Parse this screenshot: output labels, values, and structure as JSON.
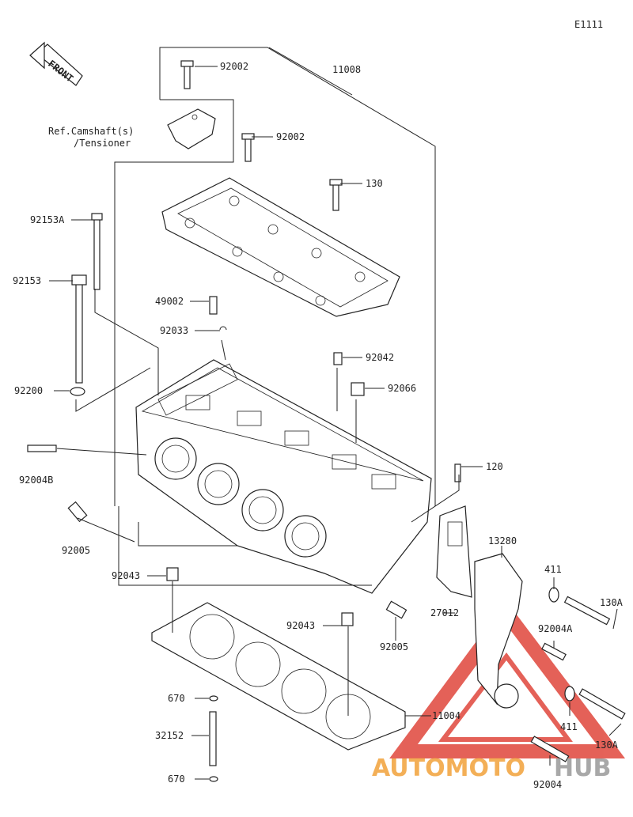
{
  "diagram_code": "E1111",
  "front_label": "FRONT",
  "ref_note": [
    "Ref.Camshaft(s)",
    "/Tensioner"
  ],
  "parts": {
    "p92002a": "92002",
    "p11008": "11008",
    "p92002b": "92002",
    "p130": "130",
    "p92153A": "92153A",
    "p92153": "92153",
    "p49002": "49002",
    "p92033": "92033",
    "p92042": "92042",
    "p92066": "92066",
    "p92200": "92200",
    "p120": "120",
    "p92004B": "92004B",
    "p13280": "13280",
    "p92005a": "92005",
    "p411a": "411",
    "p130Aa": "130A",
    "p92043a": "92043",
    "p27012": "27012",
    "p92004A": "92004A",
    "p92043b": "92043",
    "p92005b": "92005",
    "p670a": "670",
    "p11004": "11004",
    "p411b": "411",
    "p32152": "32152",
    "p130Ab": "130A",
    "p670b": "670",
    "p92004": "92004"
  },
  "watermark": {
    "part1": "AUTOMOTO",
    "part2": "HUB"
  },
  "colors": {
    "watermark_red": "#e0463c",
    "watermark_orange": "#f2a23a",
    "line": "#222222"
  }
}
